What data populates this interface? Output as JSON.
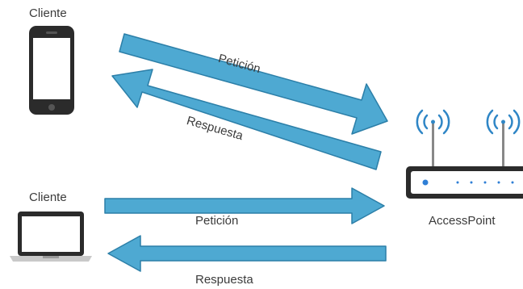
{
  "diagram": {
    "phone_client_label": "Cliente",
    "laptop_client_label": "Cliente",
    "access_point_label": "AccessPoint",
    "arrows": [
      {
        "label": "Petición",
        "direction": "to-access-point"
      },
      {
        "label": "Respuesta",
        "direction": "to-phone"
      },
      {
        "label": "Petición",
        "direction": "to-access-point"
      },
      {
        "label": "Respuesta",
        "direction": "to-laptop"
      }
    ],
    "colors": {
      "arrow_fill": "#4ea9d2",
      "arrow_stroke": "#2c7fa8",
      "device_dark": "#2b2b2b",
      "screen": "#ffffff",
      "signal_blue": "#2f86c6",
      "router_led": "#2f7fd6"
    }
  }
}
